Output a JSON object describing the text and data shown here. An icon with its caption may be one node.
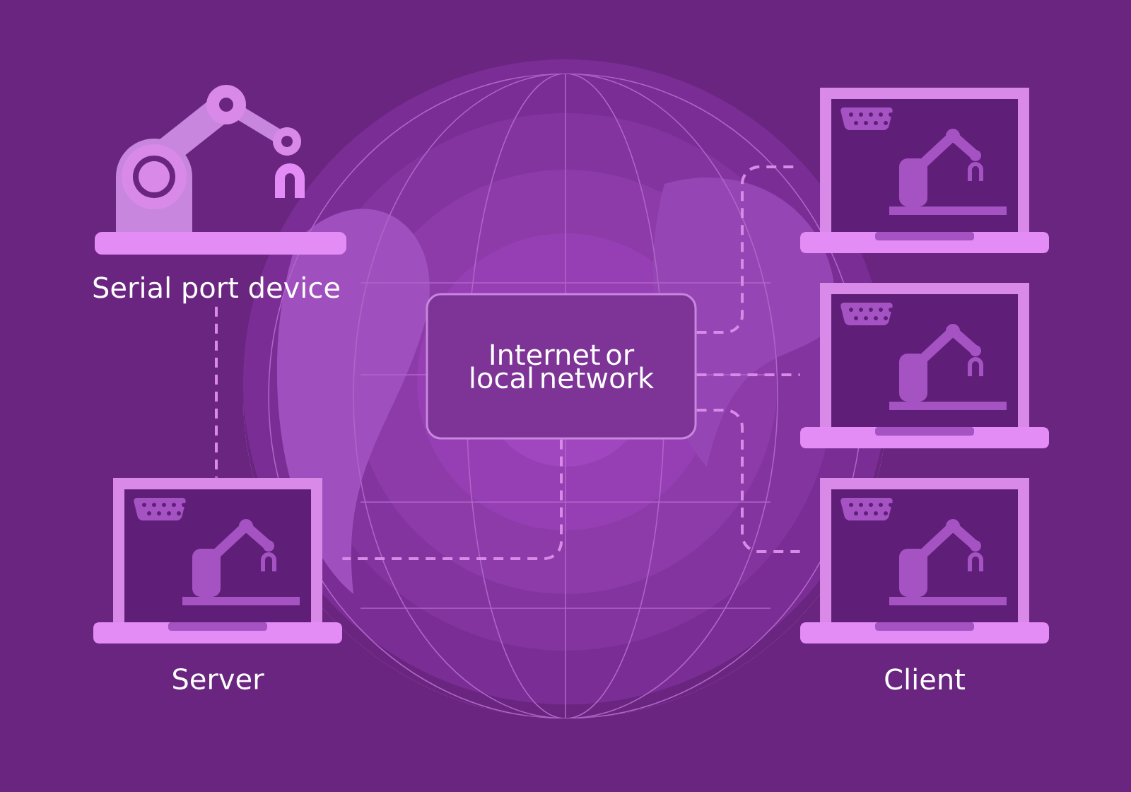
{
  "diagram": {
    "nodes": [
      {
        "text": [
          "Serial port device"
        ]
      },
      {
        "text": [
          "Internet or local network"
        ]
      },
      {
        "text": [
          "Server"
        ]
      },
      {
        "text": [],
        "shape": "laptop"
      },
      {
        "text": [],
        "shape": "laptop"
      },
      {
        "text": [
          "Client"
        ]
      }
    ],
    "edges": [
      {
        "from": 0,
        "to": 2,
        "arrow": "none",
        "style": "dashed"
      },
      {
        "from": 1,
        "to": 2,
        "arrow": "none",
        "style": "dashed"
      },
      {
        "from": 1,
        "to": 3,
        "arrow": "none",
        "style": "dashed"
      },
      {
        "from": 1,
        "to": 4,
        "arrow": "none",
        "style": "dashed"
      },
      {
        "from": 1,
        "to": 5,
        "arrow": "none",
        "style": "dashed"
      }
    ]
  }
}
